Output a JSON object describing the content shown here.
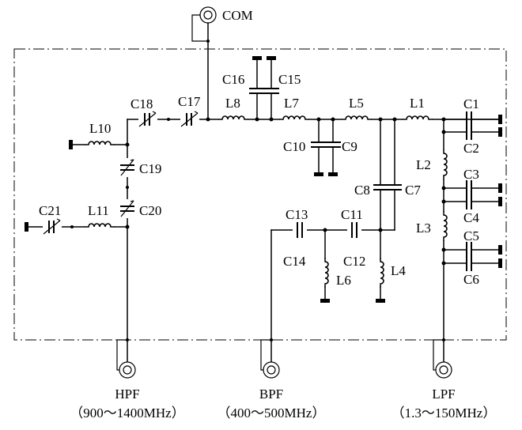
{
  "ports": {
    "com": "COM",
    "hpf_name": "HPF",
    "hpf_range": "（900～1400MHz）",
    "bpf_name": "BPF",
    "bpf_range": "（400～500MHz）",
    "lpf_name": "LPF",
    "lpf_range": "（1.3～150MHz）"
  },
  "components": {
    "C1": "C1",
    "C2": "C2",
    "C3": "C3",
    "C4": "C4",
    "C5": "C5",
    "C6": "C6",
    "C7": "C7",
    "C8": "C8",
    "C9": "C9",
    "C10": "C10",
    "C11": "C11",
    "C12": "C12",
    "C13": "C13",
    "C14": "C14",
    "C15": "C15",
    "C16": "C16",
    "C17": "C17",
    "C18": "C18",
    "C19": "C19",
    "C20": "C20",
    "C21": "C21",
    "L1": "L1",
    "L2": "L2",
    "L3": "L3",
    "L4": "L4",
    "L5": "L5",
    "L6": "L6",
    "L7": "L7",
    "L8": "L8",
    "L10": "L10",
    "L11": "L11"
  },
  "colors": {
    "ink": "#000000",
    "background": "#ffffff"
  }
}
